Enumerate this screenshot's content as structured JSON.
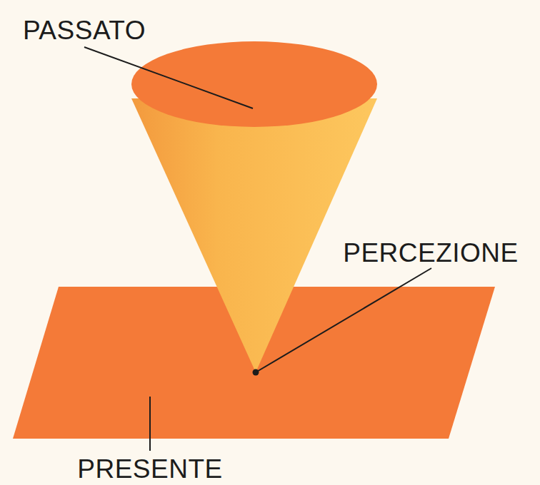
{
  "diagram": {
    "labels": [
      "PASSATO",
      "PERCEZIONE",
      "PRESENTE"
    ]
  }
}
